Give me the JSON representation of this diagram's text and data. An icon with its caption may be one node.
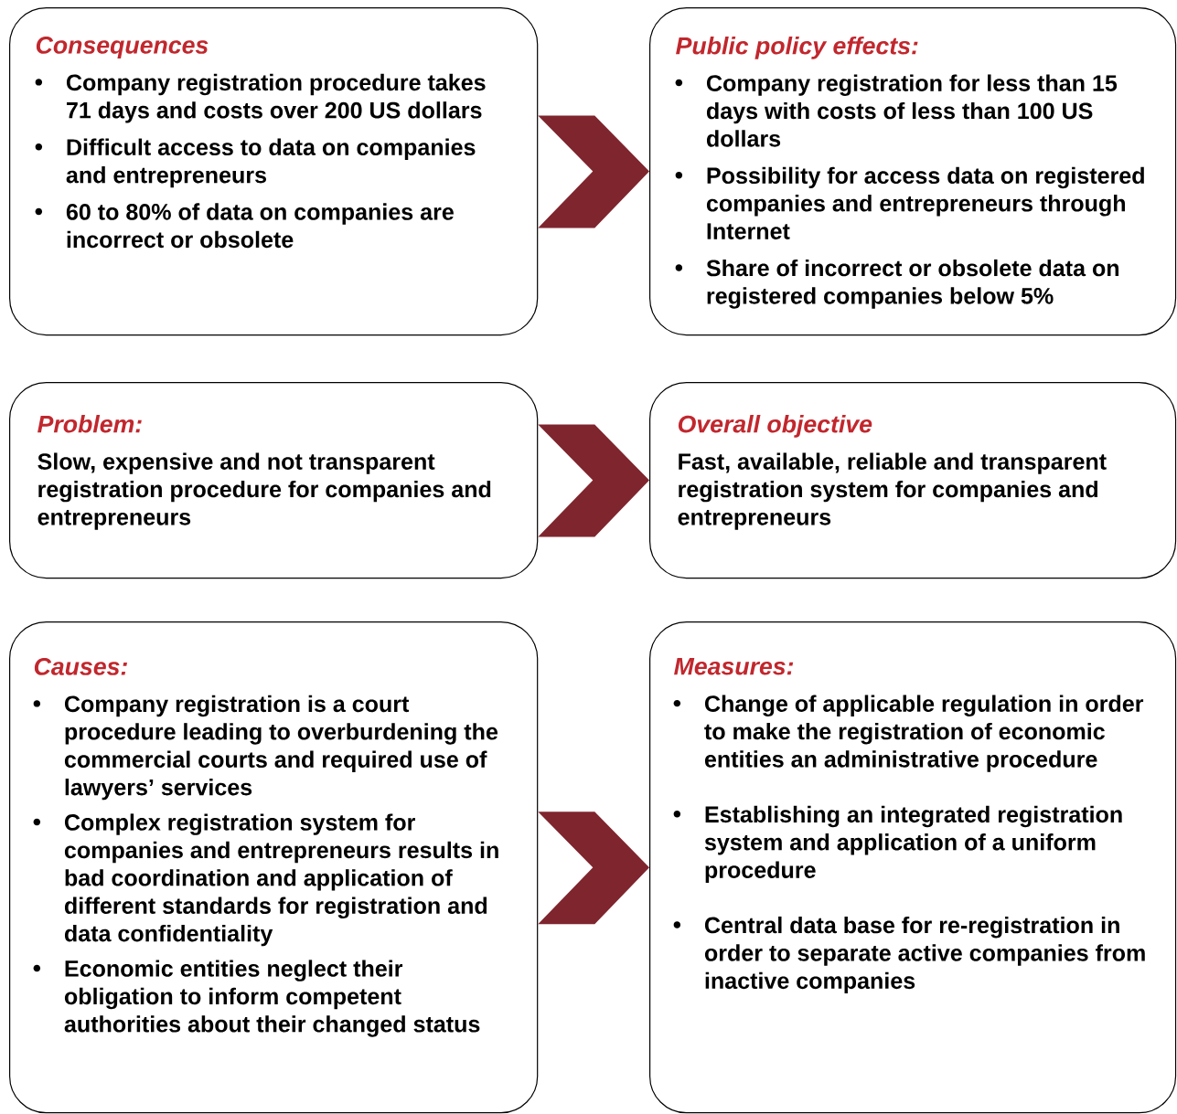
{
  "diagram": {
    "nodes": [
      {
        "text": [
          "Consequences",
          "Company registration procedure takes 71 days and costs over 200 US dollars",
          "Difficult access to data on companies and entrepreneurs",
          "60 to 80% of data on companies are incorrect or obsolete"
        ]
      },
      {
        "text": [
          "Public policy effects:",
          "Company registration for less than 15 days with costs of less than 100 US dollars",
          "Possibility for access data on registered companies and entrepreneurs through Internet",
          "Share of incorrect or obsolete data on registered companies below 5%"
        ]
      },
      {
        "text": [
          "Problem:",
          "Slow, expensive and not transparent registration procedure for companies and entrepreneurs"
        ]
      },
      {
        "text": [
          "Overall objective",
          "Fast, available, reliable and transparent registration system for companies and entrepreneurs"
        ]
      },
      {
        "text": [
          "Causes:",
          "Company registration is a court procedure leading to overburdening the commercial courts and required use of lawyers’ services",
          "Complex registration system for companies and entrepreneurs results in bad coordination and application of different standards for registration and data confidentiality",
          "Economic entities neglect their obligation to inform competent authorities about their changed status"
        ]
      },
      {
        "text": [
          "Measures:",
          "Change of applicable regulation in order to make the registration of economic entities an administrative procedure",
          "Establishing an integrated registration system and application of a uniform procedure",
          "Central data base for re-registration in order to separate active companies from inactive companies"
        ]
      }
    ],
    "edges": [
      {
        "from": 0,
        "to": 1,
        "arrow": "to"
      },
      {
        "from": 2,
        "to": 3,
        "arrow": "to"
      },
      {
        "from": 4,
        "to": 5,
        "arrow": "to"
      }
    ]
  }
}
